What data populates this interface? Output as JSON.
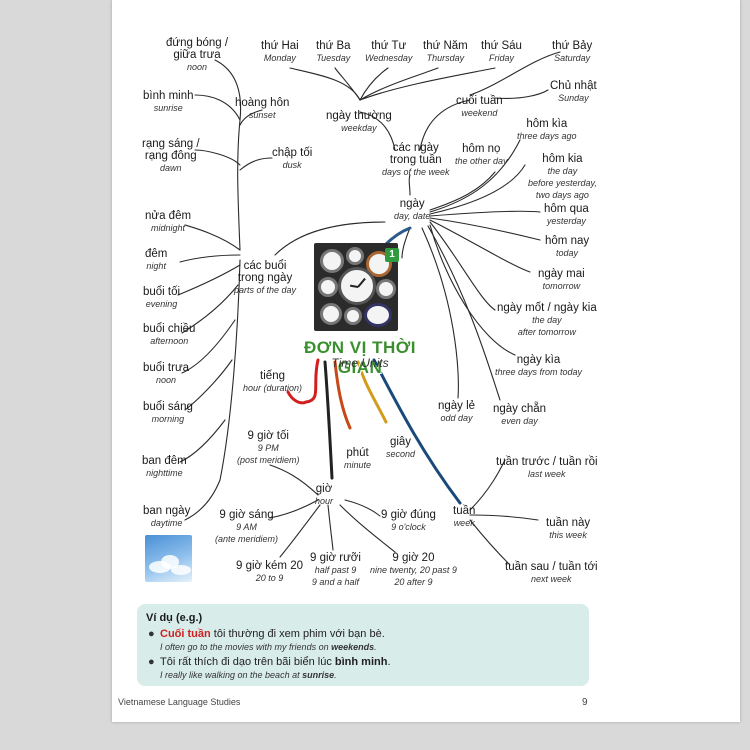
{
  "center": {
    "title": "ĐƠN VỊ THỜI GIAN",
    "subtitle": "Time Units",
    "badge": "1"
  },
  "nodes": {
    "noon_top": {
      "vi": "đứng bóng /",
      "vi2": "giữa trưa",
      "en": "noon"
    },
    "sunrise": {
      "vi": "bình minh",
      "en": "sunrise"
    },
    "sunset": {
      "vi": "hoàng hôn",
      "en": "sunset"
    },
    "dawn": {
      "vi": "rạng sáng /",
      "vi2": "rạng đông",
      "en": "dawn"
    },
    "dusk": {
      "vi": "chập tối",
      "en": "dusk"
    },
    "midnight": {
      "vi": "nửa đêm",
      "en": "midnight"
    },
    "night": {
      "vi": "đêm",
      "en": "night"
    },
    "parts": {
      "vi": "các buổi",
      "vi2": "trong ngày",
      "en": "parts of the day"
    },
    "evening": {
      "vi": "buổi tối",
      "en": "evening"
    },
    "afternoon": {
      "vi": "buổi chiều",
      "en": "afternoon"
    },
    "noon": {
      "vi": "buổi trưa",
      "en": "noon"
    },
    "morning": {
      "vi": "buổi sáng",
      "en": "morning"
    },
    "nighttime": {
      "vi": "ban đêm",
      "en": "nighttime"
    },
    "daytime": {
      "vi": "ban ngày",
      "en": "daytime"
    },
    "monday": {
      "vi": "thứ Hai",
      "en": "Monday"
    },
    "tuesday": {
      "vi": "thứ Ba",
      "en": "Tuesday"
    },
    "wednesday": {
      "vi": "thứ Tư",
      "en": "Wednesday"
    },
    "thursday": {
      "vi": "thứ Năm",
      "en": "Thursday"
    },
    "friday": {
      "vi": "thứ Sáu",
      "en": "Friday"
    },
    "saturday": {
      "vi": "thứ Bảy",
      "en": "Saturday"
    },
    "sunday": {
      "vi": "Chủ nhật",
      "en": "Sunday"
    },
    "weekend": {
      "vi": "cuối tuần",
      "en": "weekend"
    },
    "weekday": {
      "vi": "ngày thường",
      "en": "weekday"
    },
    "days_of_week": {
      "vi": "các ngày",
      "vi2": "trong tuần",
      "en": "days of the week"
    },
    "other_day": {
      "vi": "hôm nọ",
      "en": "the other day"
    },
    "three_ago": {
      "vi": "hôm kìa",
      "en": "three days ago"
    },
    "two_ago": {
      "vi": "hôm kia",
      "en": "the day",
      "en2": "before yesterday,",
      "en3": "two days ago"
    },
    "yesterday": {
      "vi": "hôm qua",
      "en": "yesterday"
    },
    "today": {
      "vi": "hôm nay",
      "en": "today"
    },
    "tomorrow": {
      "vi": "ngày mai",
      "en": "tomorrow"
    },
    "after_tomorrow": {
      "vi": "ngày mốt / ngày kia",
      "en": "the day",
      "en2": "after tomorrow"
    },
    "three_from": {
      "vi": "ngày kìa",
      "en": "three days from today"
    },
    "day": {
      "vi": "ngày",
      "en": "day, date"
    },
    "odd_day": {
      "vi": "ngày lẻ",
      "en": "odd day"
    },
    "even_day": {
      "vi": "ngày chẵn",
      "en": "even day"
    },
    "hour_duration": {
      "vi": "tiếng",
      "en": "hour (duration)"
    },
    "minute": {
      "vi": "phút",
      "en": "minute"
    },
    "second": {
      "vi": "giây",
      "en": "second"
    },
    "hour": {
      "vi": "giờ",
      "en": "hour"
    },
    "nine_pm": {
      "vi": "9 giờ tối",
      "en": "9 PM",
      "en2": "(post meridiem)"
    },
    "nine_am": {
      "vi": "9 giờ sáng",
      "en": "9 AM",
      "en2": "(ante meridiem)"
    },
    "nine_oclock": {
      "vi": "9 giờ đúng",
      "en": "9 o'clock"
    },
    "twenty_to": {
      "vi": "9 giờ kém 20",
      "en": "20 to 9"
    },
    "half_past": {
      "vi": "9 giờ rưỡi",
      "en": "half past 9",
      "en2": "9 and a half"
    },
    "nine_twenty": {
      "vi": "9 giờ 20",
      "en": "nine twenty, 20 past 9",
      "en2": "20 after 9"
    },
    "week": {
      "vi": "tuần",
      "en": "week"
    },
    "last_week": {
      "vi": "tuần trước / tuần rồi",
      "en": "last week"
    },
    "this_week": {
      "vi": "tuần này",
      "en": "this week"
    },
    "next_week": {
      "vi": "tuần sau / tuần tới",
      "en": "next week"
    }
  },
  "example": {
    "title": "Ví dụ (e.g.)",
    "s1_bold": "Cuối tuần",
    "s1_rest": " tôi thường đi xem phim với bạn bè.",
    "s1_en_a": "I often go to the movies with my friends on ",
    "s1_en_b": "weekends",
    "s1_en_c": ".",
    "s2_a": "Tôi rất thích đi dạo trên bãi biển lúc ",
    "s2_bold": "bình minh",
    "s2_c": ".",
    "s2_en_a": "I really like walking on the beach at ",
    "s2_en_b": "sunrise",
    "s2_en_c": "."
  },
  "footer": {
    "left": "Vietnamese Language Studies",
    "right": "9"
  },
  "colors": {
    "page": "#ffffff",
    "background": "#d9d9d9",
    "title": "#3a8f2e",
    "accent_red": "#d11f1f",
    "example_bg": "#d8ecea",
    "branch": "#333333"
  }
}
